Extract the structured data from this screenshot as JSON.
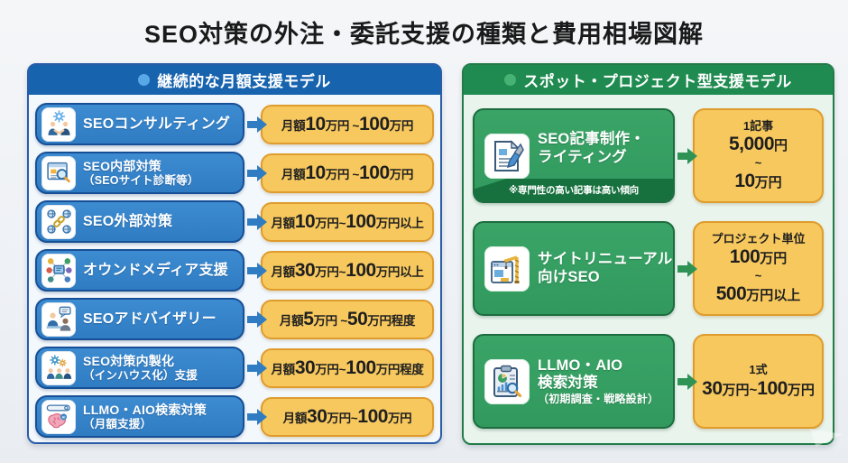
{
  "title": "SEO対策の外注・委託支援の種類と費用相場図解",
  "left": {
    "header": "継続的な月額支援モデル",
    "rows": [
      {
        "icon": "handshake-gear-icon",
        "label": "SEOコンサルティング",
        "price": "月額 10万円 ~ 100万円"
      },
      {
        "icon": "site-audit-icon",
        "label": "SEO内部対策",
        "label2": "（SEOサイト診断等）",
        "price": "月額 10万円 ~ 100万円"
      },
      {
        "icon": "link-building-icon",
        "label": "SEO外部対策",
        "price": "月額 10万円~100万円以上"
      },
      {
        "icon": "owned-media-icon",
        "label": "オウンドメディア支援",
        "price": "月額 30万円~100万円以上"
      },
      {
        "icon": "advisor-icon",
        "label": "SEOアドバイザリー",
        "price": "月額 5万円 ~ 50万円程度"
      },
      {
        "icon": "inhouse-team-icon",
        "label": "SEO対策内製化",
        "label2": "（インハウス化）支援",
        "price": "月額 30万円~100万円程度"
      },
      {
        "icon": "ai-brain-search-icon",
        "label": "LLMO・AIO検索対策",
        "label2": "（月額支援）",
        "price": "月額 30万円~100万円"
      }
    ]
  },
  "right": {
    "header": "スポット・プロジェクト型支援モデル",
    "rows": [
      {
        "icon": "article-writing-icon",
        "label": "SEO記事制作・",
        "label2": "ライティング",
        "note": "※専門性の高い記事は高い傾向",
        "price_lines": [
          "1記事",
          "5,000円",
          "~",
          "10万円"
        ]
      },
      {
        "icon": "site-renewal-crane-icon",
        "label": "サイトリニューアル",
        "label2": "向けSEO",
        "price_lines": [
          "プロジェクト単位",
          "100万円",
          "~",
          "500万円以上"
        ]
      },
      {
        "icon": "audit-clipboard-icon",
        "label": "LLMO・AIO",
        "label2": "検索対策",
        "label3": "（初期調査・戦略設計）",
        "price_lines": [
          "1式",
          "30万円~100万円"
        ]
      }
    ]
  },
  "colors": {
    "page_bg": "#eef1f5",
    "title_text": "#1a1a1a",
    "blue_panel_border": "#2a5ca8",
    "blue_panel_bg": "#f3f8fd",
    "blue_header_bg": "#1763ae",
    "blue_header_dot": "#58a8e8",
    "blue_row_bg": "#2f7cc3",
    "blue_row_border": "#174f96",
    "green_panel_border": "#237c48",
    "green_panel_bg": "#e9f4ed",
    "green_header_bg": "#1f8b50",
    "green_header_dot": "#46b274",
    "green_card_bg": "#31995d",
    "green_card_border": "#1d6c3f",
    "green_note_bg": "#17713e",
    "price_bg": "#f7c85e",
    "price_border": "#df9c2c",
    "price_text": "#1f1f1f",
    "arrow_blue": "#2f7cc3",
    "arrow_green": "#2f9356"
  }
}
